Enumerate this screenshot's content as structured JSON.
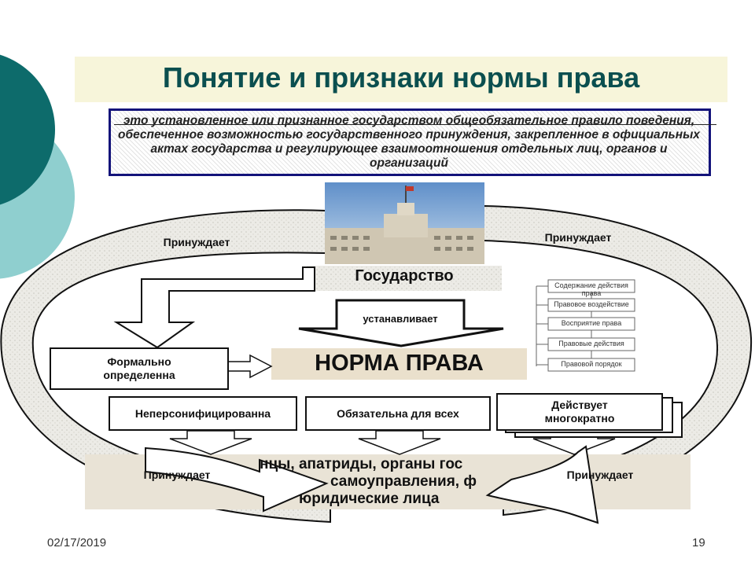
{
  "title": "Понятие и признаки нормы права",
  "definition": "это установленное или признанное государством общеобязательное правило поведения, обеспеченное возможностью государственного принуждения, закрепленное в официальных актах государства и регулирующее взаимоотношения отдельных лиц, органов и организаций",
  "state_label": "Государство",
  "establishes_label": "устанавливает",
  "norm_label": "НОРМА ПРАВА",
  "coerces": [
    "Принуждает",
    "Принуждает",
    "Принуждает",
    "Принуждает"
  ],
  "features": {
    "formal": "Формально определенна",
    "impersonal": "Неперсонифицированна",
    "mandatory": "Обязательна для всех",
    "repeated": "Действует многократно"
  },
  "subjects_text": "…нцы, апатриды, органы гос… …самоуправления, ф… юридические лица",
  "subjects_lines": [
    "нцы, апатриды, органы гос",
    "самоуправления, ф",
    "юридические лица"
  ],
  "flowchart_items": [
    "Содержание действия права",
    "Правовое воздействие",
    "Восприятие права",
    "Правовые действия",
    "Правовой порядок"
  ],
  "footer": {
    "date": "02/17/2019",
    "page": "19"
  },
  "colors": {
    "title": "#0b4f4f",
    "definition_border": "#13137a",
    "deco_dark": "#0d6b6b",
    "deco_light": "#8fcfcf"
  }
}
